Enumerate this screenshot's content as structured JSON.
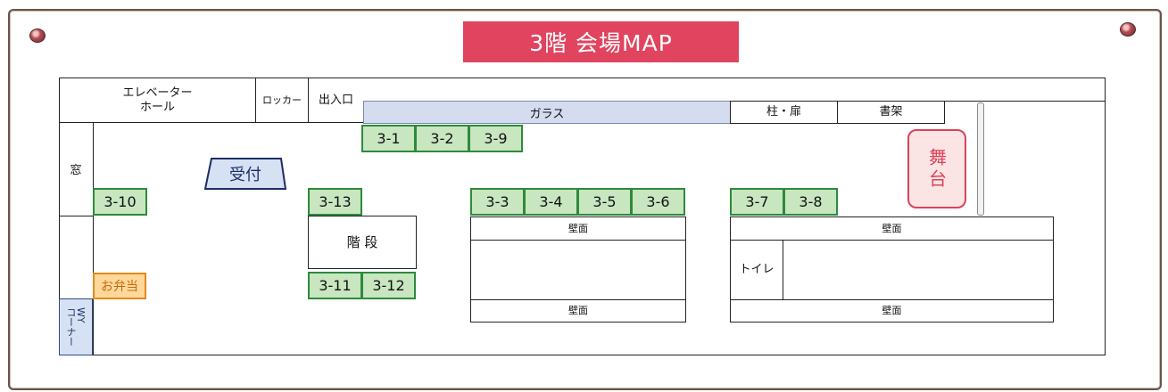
{
  "title": "3階  会場MAP",
  "colors": {
    "banner": "#e0445f",
    "booth_fill": "#c8e6c0",
    "booth_border": "#2e8a3c",
    "glass": "#d6dcf0",
    "stage": "#d9445a",
    "bento": "#e28a1a",
    "wy": "#d6e2f4"
  },
  "top_row": {
    "elevator_hall": "エレベーター\nホール",
    "locker": "ロッカー",
    "entrance": "出入口",
    "glass": "ガラス",
    "pillar_door": "柱・扉",
    "bookshelf": "書架"
  },
  "window": "窓",
  "reception": "受付",
  "stairs": "階 段",
  "stage": "舞台",
  "bento": "お弁当",
  "wy_corner": "WY\nコーナー",
  "toilet": "トイレ",
  "wall": "壁面",
  "booths": [
    "3-1",
    "3-2",
    "3-9",
    "3-10",
    "3-13",
    "3-3",
    "3-4",
    "3-5",
    "3-6",
    "3-7",
    "3-8",
    "3-11",
    "3-12"
  ]
}
